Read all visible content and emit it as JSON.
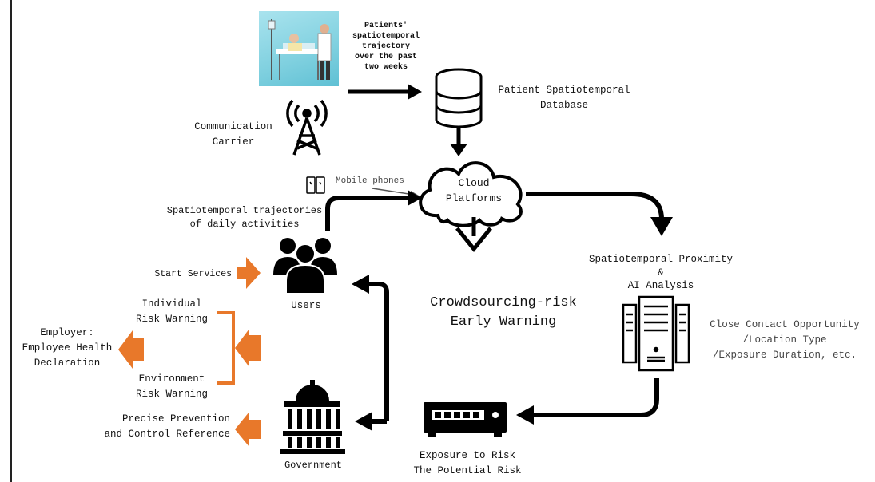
{
  "labels": {
    "patients_trajectory": [
      "Patients'",
      "spatiotemporal",
      "trajectory",
      "over the past",
      "two weeks"
    ],
    "database": [
      "Patient Spatiotemporal",
      "Database"
    ],
    "carrier": [
      "Communication",
      "Carrier"
    ],
    "mobile_phones": "Mobile phones",
    "cloud": [
      "Cloud",
      "Platforms"
    ],
    "daily_trajectories": [
      "Spatiotemporal trajectories",
      "of daily activities"
    ],
    "start_services": "Start Services",
    "users": "Users",
    "individual_warning": [
      "Individual",
      "Risk Warning"
    ],
    "employer": [
      "Employer:",
      "Employee Health",
      "Declaration"
    ],
    "environment_warning": [
      "Environment",
      "Risk Warning"
    ],
    "prevention": [
      "Precise Prevention",
      "and Control Reference"
    ],
    "government": "Government",
    "crowdsourcing": [
      "Crowdsourcing-risk",
      "Early Warning"
    ],
    "proximity": [
      "Spatiotemporal Proximity",
      "&",
      "AI Analysis"
    ],
    "contact": [
      "Close Contact Opportunity",
      "/Location Type",
      "/Exposure Duration, etc."
    ],
    "exposure": [
      "Exposure to Risk",
      "The Potential Risk"
    ]
  },
  "colors": {
    "accent_orange": "#e8782a",
    "arrow_black": "#000000"
  },
  "icons": [
    "hospital-photo",
    "cell-tower-icon",
    "database-icon",
    "cloud-icon",
    "mobile-phones-icon",
    "users-group-icon",
    "government-building-icon",
    "server-icon",
    "network-switch-icon"
  ]
}
